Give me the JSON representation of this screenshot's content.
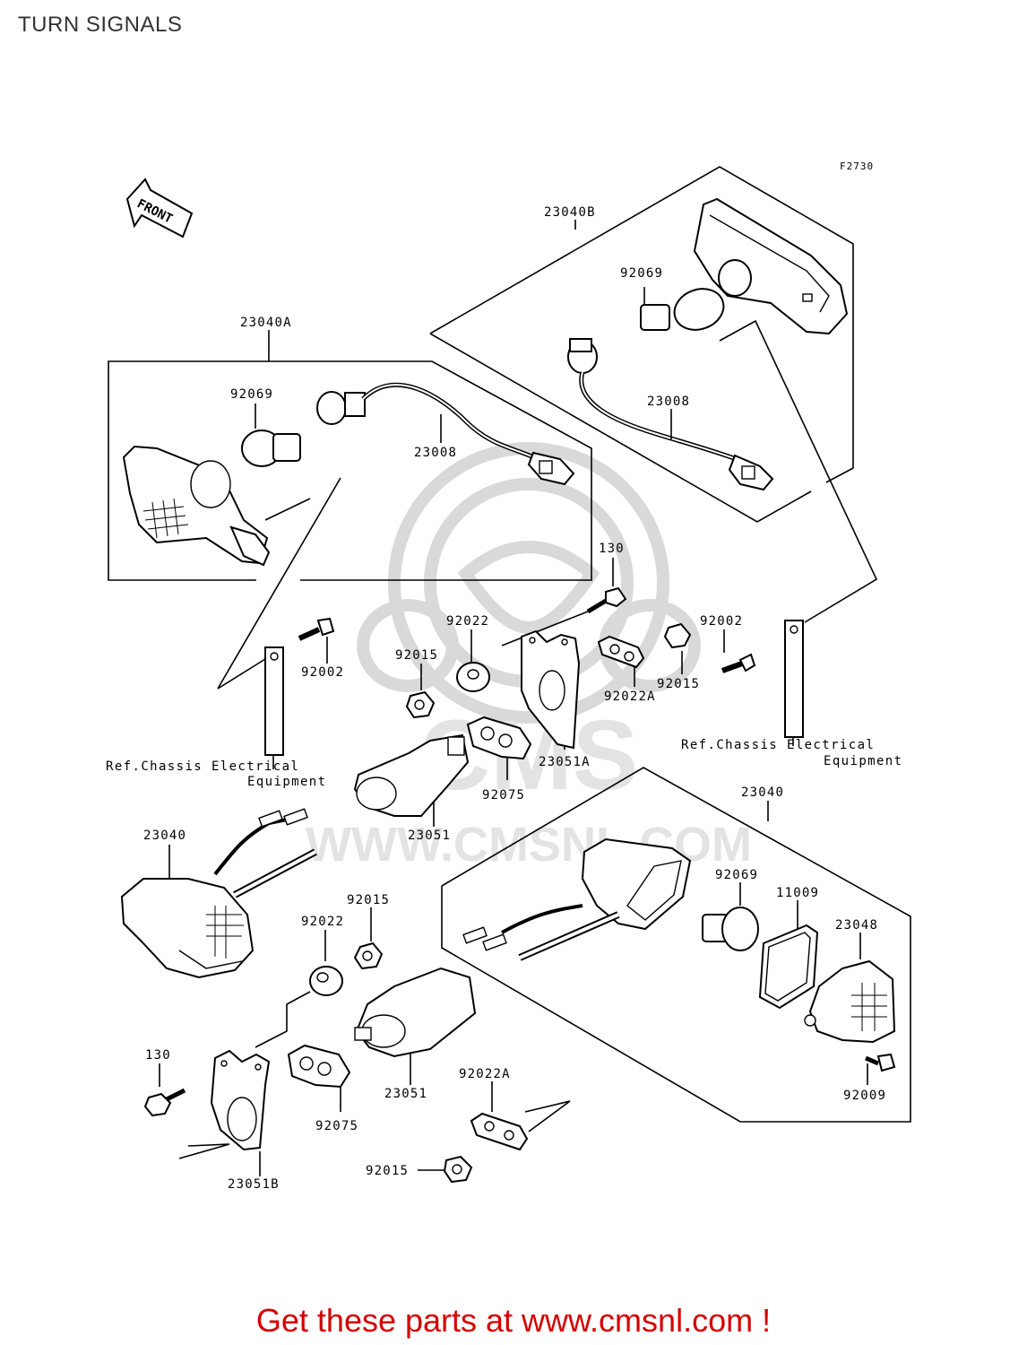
{
  "page_title": "TURN SIGNALS",
  "figure_code": "F2730",
  "front_arrow_label": "FRONT",
  "watermark": {
    "brand": "CMS",
    "url": "WWW.CMSNL.COM"
  },
  "labels": {
    "assy_rear_right": "23040B",
    "assy_rear_left": "23040A",
    "bulb_rear_right": "92069",
    "socket_rear_right": "23008",
    "bulb_rear_left": "92069",
    "socket_rear_left": "23008",
    "bolt_upper": "130",
    "washer_upper": "92022",
    "nut_upper": "92015",
    "bolt_rear_left": "92002",
    "bolt_rear_right": "92002",
    "nut_rear_right": "92015",
    "plate_upper": "92022A",
    "bracket_upper": "23051A",
    "rubber_upper": "92075",
    "cover_upper": "23051",
    "ref_left_line1": "Ref.Chassis Electrical",
    "ref_left_line2": "Equipment",
    "ref_right_line1": "Ref.Chassis Electrical",
    "ref_right_line2": "Equipment",
    "front_left_assy": "23040",
    "front_right_assy": "23040",
    "bulb_front": "92069",
    "gasket_front": "11009",
    "lens_front": "23048",
    "screw_lens": "92009",
    "nut_lower": "92015",
    "washer_lower": "92022",
    "bolt_lower": "130",
    "rubber_lower": "92075",
    "cover_lower": "23051",
    "plate_lower": "92022A",
    "nut_bottom": "92015",
    "bracket_lower": "23051B"
  },
  "cta_text": "Get these parts at www.cmsnl.com !"
}
